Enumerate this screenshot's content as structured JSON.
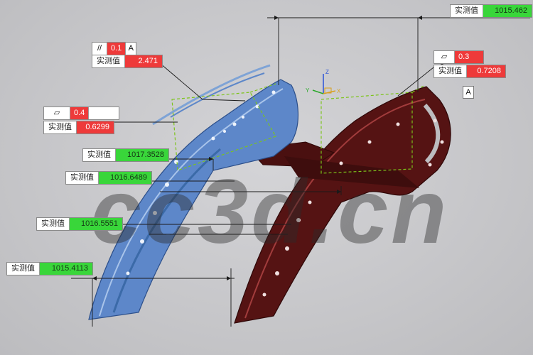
{
  "watermark": {
    "text": "cc3d.cn"
  },
  "datum_flag": {
    "label": "A"
  },
  "triad": {
    "x": "X",
    "y": "Y",
    "z": "Z"
  },
  "callouts": [
    {
      "id": "top",
      "label": "实测值",
      "value": "1015.462",
      "status": "ok"
    },
    {
      "id": "par",
      "label": "实测值",
      "value": "2.471",
      "status": "bad",
      "tol": {
        "symbol": "//",
        "value": "0.1",
        "datum": "A"
      }
    },
    {
      "id": "flat1",
      "label": "实测值",
      "value": "0.7208",
      "status": "bad",
      "tol": {
        "symbol": "▱",
        "value": "0.3"
      }
    },
    {
      "id": "flat2",
      "label": "实测值",
      "value": "0.6299",
      "status": "bad",
      "tol": {
        "symbol": "▱",
        "value": "0.4"
      }
    },
    {
      "id": "d1",
      "label": "实测值",
      "value": "1017.3528",
      "status": "ok"
    },
    {
      "id": "d2",
      "label": "实测值",
      "value": "1016.6489",
      "status": "ok"
    },
    {
      "id": "d3",
      "label": "实测值",
      "value": "1016.5551",
      "status": "ok"
    },
    {
      "id": "d4",
      "label": "实测值",
      "value": "1015.4113",
      "status": "ok"
    }
  ],
  "colors": {
    "accept": "#39d63a",
    "reject": "#ee3a3a",
    "part_blue": "#5b86c8",
    "part_maroon": "#5a1414",
    "gdt_frame": "#7cc41a"
  }
}
